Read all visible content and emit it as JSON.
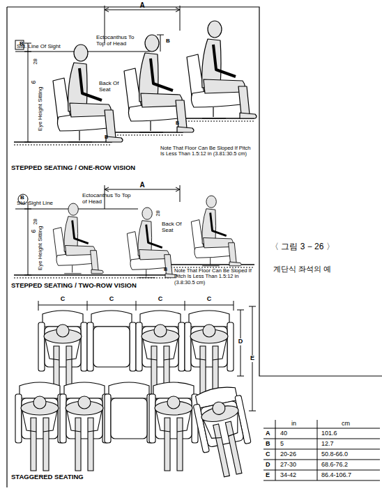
{
  "diagram": {
    "caption": "〈 그림 3 − 26 〉",
    "labels": [
      "A",
      "Std. Line Of Sight",
      "B",
      "28",
      "Ectocanthus To Top of Head",
      "B",
      "Back Of Seat",
      "6",
      "Eye Height Sitting",
      "B",
      "B",
      "Note That Floor Can Be Sloped If Pitch Is Less Than 1.5:12 in (3.81:30.5 cm)",
      "STEPPED SEATING / ONE-ROW VISION",
      "A",
      "Std. Sight Line",
      "B",
      "28",
      "Ectocanthus To Top of Head",
      "28",
      "Back Of Seat",
      "6",
      "Eye Height Sitting",
      "B",
      "Note That Floor Can Be Sloped If Pitch Is Less Than 1.5:12 in (3.8:30.5 cm)",
      "STEPPED SEATING / TWO-ROW VISION",
      "C",
      "C",
      "C",
      "C",
      "D",
      "E",
      "STAGGERED SEATING",
      "계단식 좌석의 예",
      "in",
      "cm",
      "A",
      "40",
      "101.6",
      "B",
      "5",
      "12.7",
      "C",
      "20-26",
      "50.8-66.0",
      "D",
      "27-30",
      "68.6-76.2",
      "E",
      "34-42",
      "86.4-106.7"
    ]
  }
}
